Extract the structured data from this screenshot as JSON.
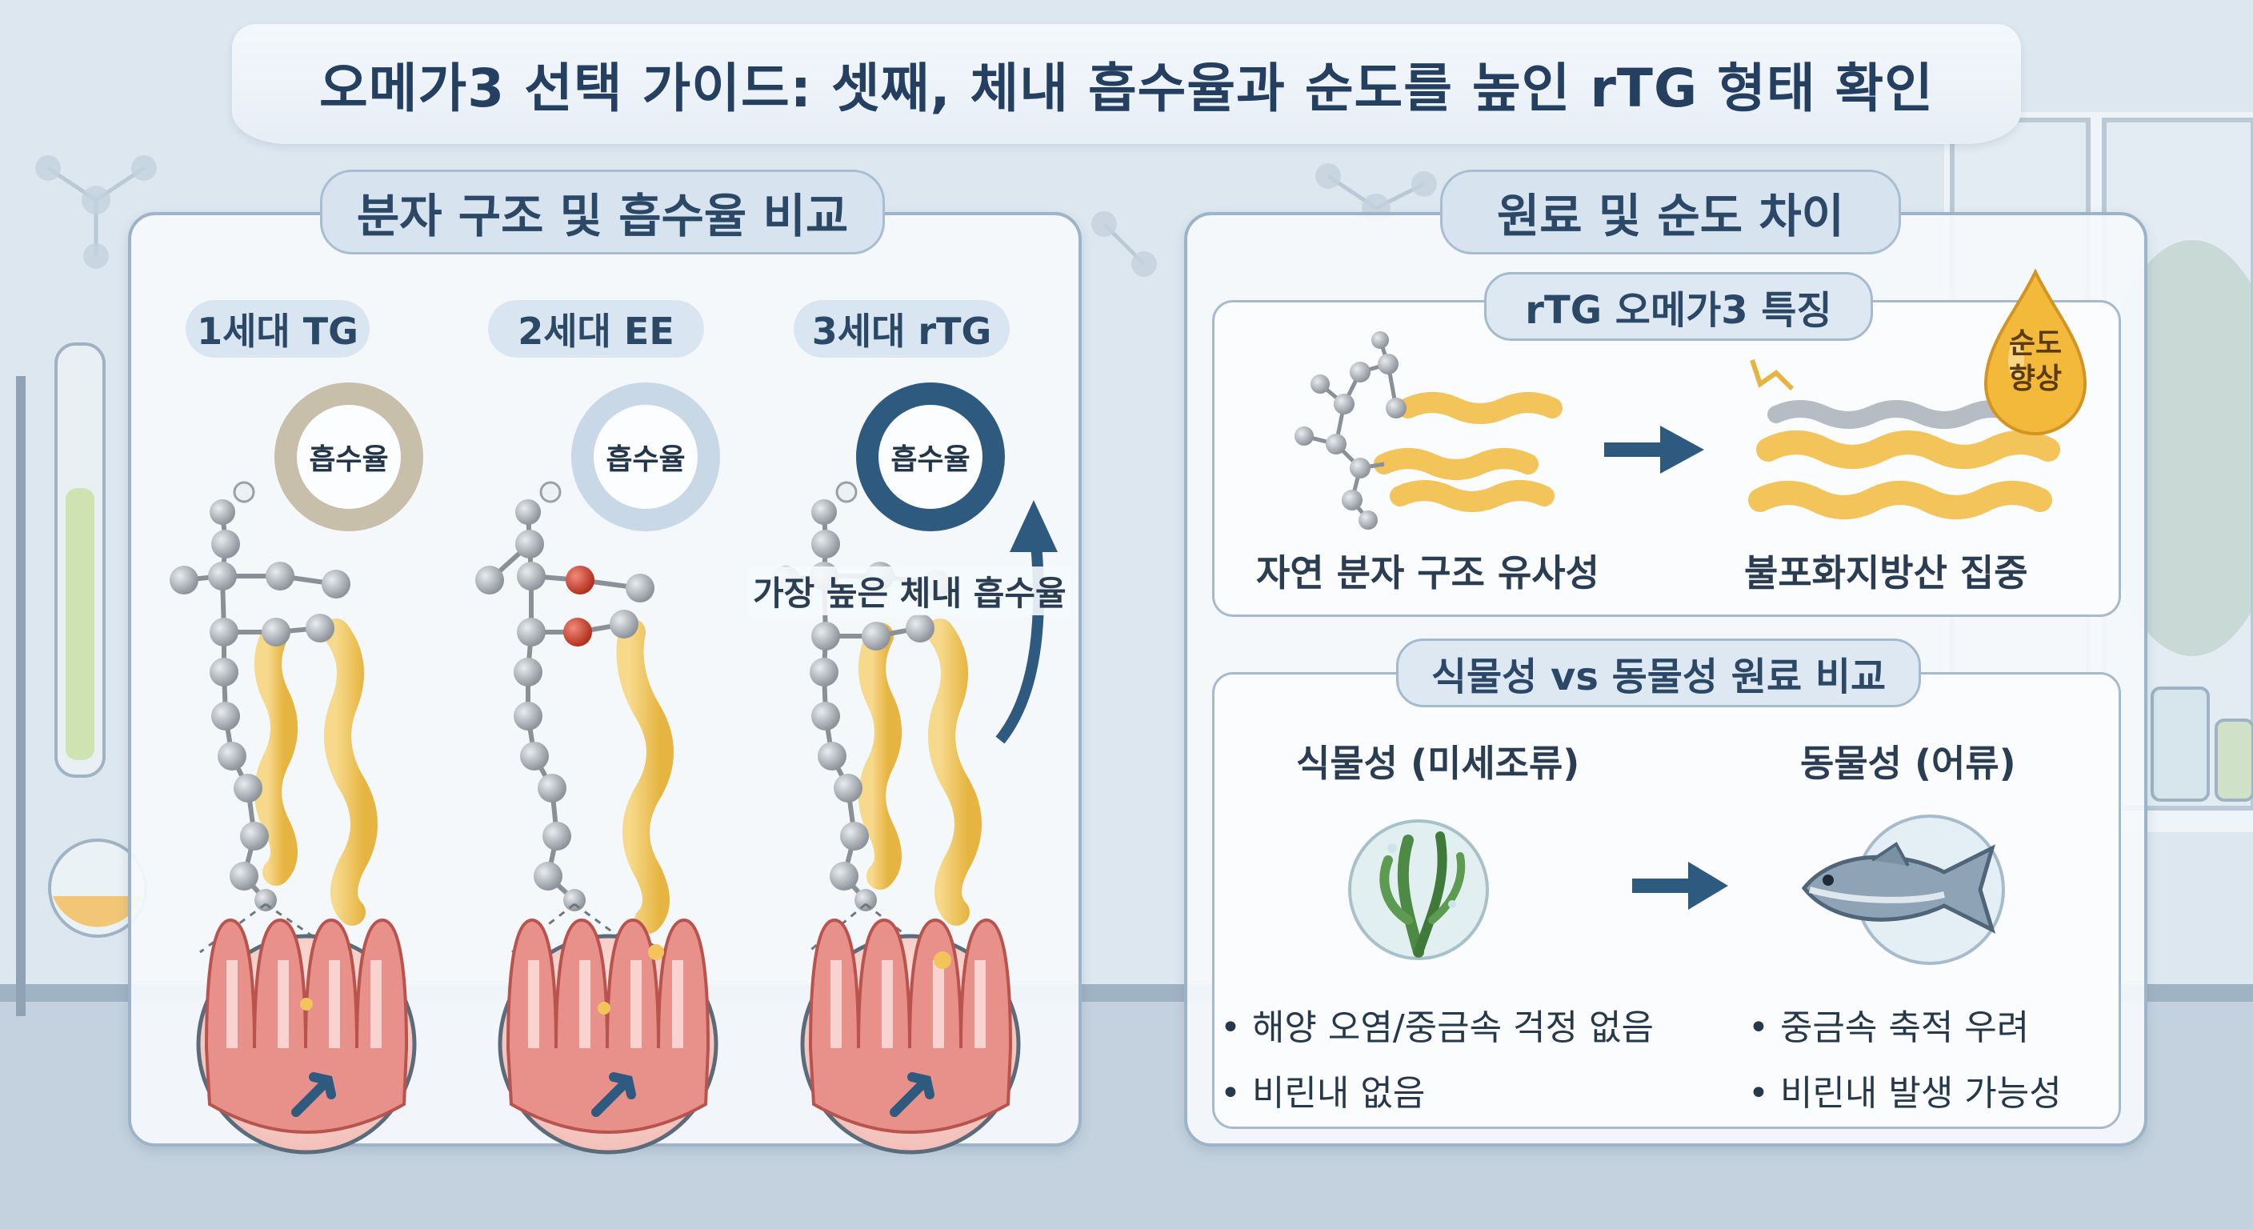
{
  "title": "오메가3 선택 가이드: 셋째, 체내 흡수율과 순도를 높인 rTG 형태 확인",
  "left": {
    "heading": "분자 구조 및 흡수율 비교",
    "generations": [
      {
        "label": "1세대 TG",
        "ring_label": "흡수율",
        "ring_color": "#c8bfaa"
      },
      {
        "label": "2세대 EE",
        "ring_label": "흡수율",
        "ring_color": "#c9d8e6"
      },
      {
        "label": "3세대 rTG",
        "ring_label": "흡수율",
        "ring_color": "#2f5a80"
      }
    ],
    "annotation": "가장 높은 체내 흡수율"
  },
  "right": {
    "heading": "원료 및 순도 차이",
    "feature": {
      "heading": "rTG 오메가3 특징",
      "left_caption": "자연 분자 구조 유사성",
      "right_caption": "불포화지방산 집중",
      "badge_line1": "순도",
      "badge_line2": "향상"
    },
    "compare": {
      "heading": "식물성 vs 동물성 원료 비교",
      "plant": {
        "title": "식물성 (미세조류)",
        "bullets": [
          "• 해양 오염/중금속 걱정 없음",
          "•     비린내 없음"
        ]
      },
      "animal": {
        "title": "동물성 (어류)",
        "bullets": [
          "• 중금속 축적 우려",
          "• 비린내 발생 가능성"
        ]
      }
    }
  },
  "colors": {
    "accent": "#2f5a80",
    "chain": "#f2c45a",
    "atom": "#a5a9ae",
    "oxygen": "#c0392b",
    "villi": "#e58e8e"
  }
}
